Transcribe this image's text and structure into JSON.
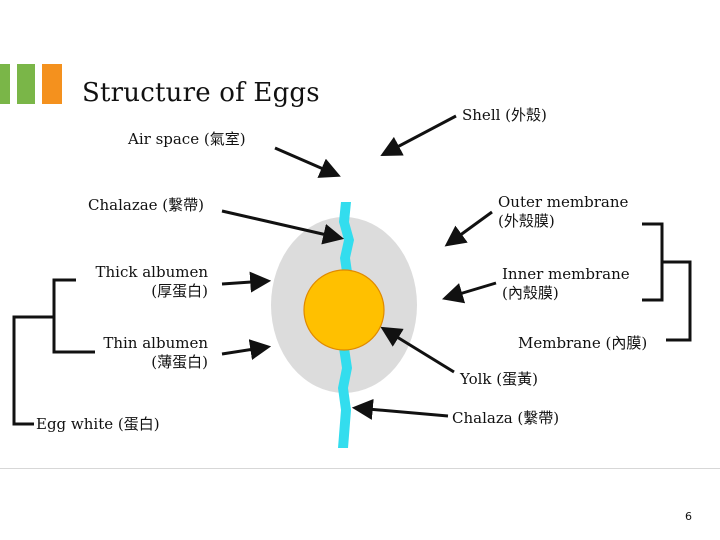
{
  "slide": {
    "title": "Structure of Eggs",
    "page_number": "6"
  },
  "labels": {
    "air_space": "Air space (氣室)",
    "shell": "Shell (外殼)",
    "chalazae": "Chalazae (繫帶)",
    "outer_membrane_line1": "Outer membrane",
    "outer_membrane_line2": "(外殼膜)",
    "thick_albumen_line1": "Thick albumen",
    "thick_albumen_line2": "(厚蛋白)",
    "inner_membrane_line1": "Inner membrane",
    "inner_membrane_line2": "(內殼膜)",
    "thin_albumen_line1": "Thin albumen",
    "thin_albumen_line2": "(薄蛋白)",
    "membrane": "Membrane (內膜)",
    "yolk": "Yolk (蛋黃)",
    "egg_white": "Egg white (蛋白)",
    "chalaza": "Chalaza (繫帶)"
  },
  "colors": {
    "accent_green": "#7ab648",
    "accent_orange": "#f4911e",
    "egg_white": "#dcdcdc",
    "yolk": "#ffc000",
    "chalaza": "#33ddee"
  }
}
